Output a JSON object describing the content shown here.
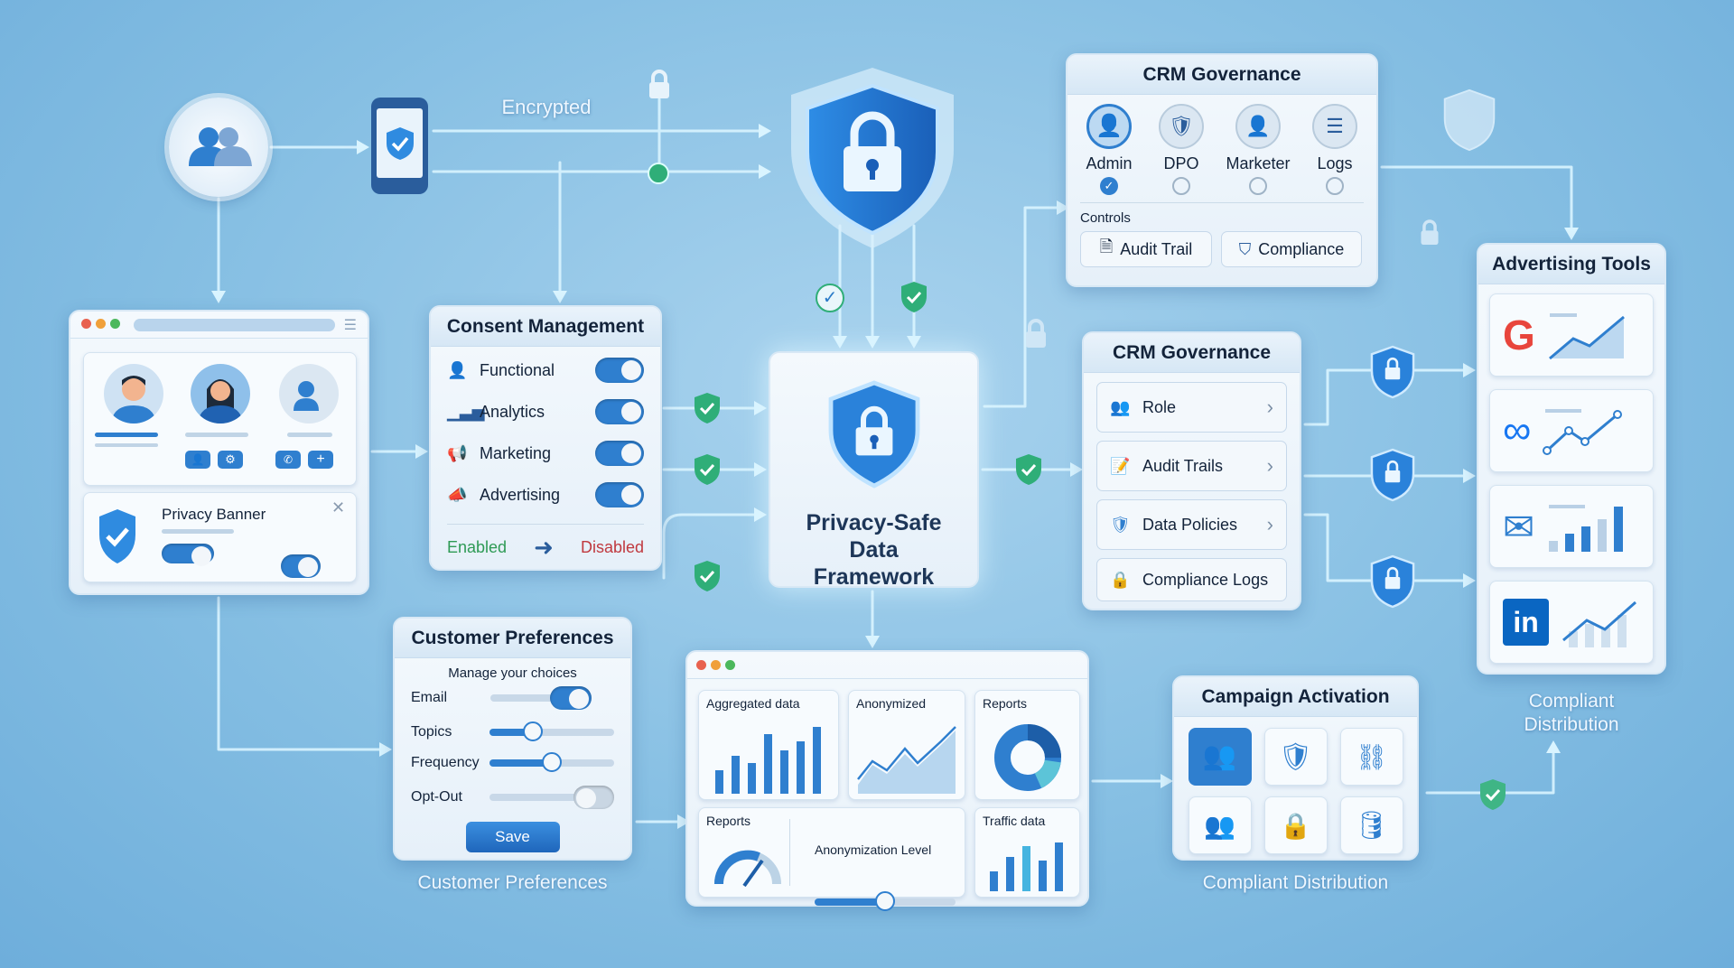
{
  "labels": {
    "encrypted": "Encrypted",
    "customer_preferences_caption": "Customer Preferences",
    "compliant_distribution_caption": "Compliant Distribution",
    "compliant_distribution_right": "Compliant Distribution"
  },
  "privacy_banner": {
    "title": "Privacy Banner",
    "banner_toggle_on": true
  },
  "consent": {
    "title": "Consent Management",
    "items": [
      {
        "label": "Functional",
        "on": true
      },
      {
        "label": "Analytics",
        "on": true
      },
      {
        "label": "Marketing",
        "on": true
      },
      {
        "label": "Advertising",
        "on": true
      }
    ],
    "enabled": "Enabled",
    "disabled": "Disabled"
  },
  "framework": {
    "title": "Privacy-Safe Data Framework"
  },
  "crm_top": {
    "title": "CRM Governance",
    "roles": [
      {
        "label": "Admin",
        "selected": true
      },
      {
        "label": "DPO",
        "selected": false
      },
      {
        "label": "Marketer",
        "selected": false
      },
      {
        "label": "Logs",
        "selected": false
      }
    ],
    "controls_label": "Controls",
    "buttons": [
      "Audit Trail",
      "Compliance"
    ]
  },
  "crm_mid": {
    "title": "CRM Governance",
    "items": [
      "Role",
      "Audit Trails",
      "Data Policies",
      "Compliance Logs"
    ]
  },
  "advertising": {
    "title": "Advertising Tools",
    "channels": [
      "google",
      "meta",
      "email",
      "linkedin"
    ]
  },
  "preferences": {
    "title": "Customer Preferences",
    "subtitle": "Manage your choices",
    "email": {
      "label": "Email",
      "on": true
    },
    "topics": {
      "label": "Topics",
      "value": 35
    },
    "frequency": {
      "label": "Frequency",
      "value": 50
    },
    "optout": {
      "label": "Opt-Out",
      "on": false
    },
    "save": "Save"
  },
  "dashboard": {
    "aggregated": "Aggregated data",
    "anonymized": "Anonymized",
    "reports1": "Reports",
    "reports2": "Reports",
    "anon_level": "Anonymization Level",
    "anon_level_value": 50,
    "traffic": "Traffic data"
  },
  "campaign": {
    "title": "Campaign Activation"
  },
  "colors": {
    "accent": "#2f7fcf",
    "enabled": "#2e9a55",
    "disabled": "#c0393f",
    "check_green": "#2fae78"
  }
}
